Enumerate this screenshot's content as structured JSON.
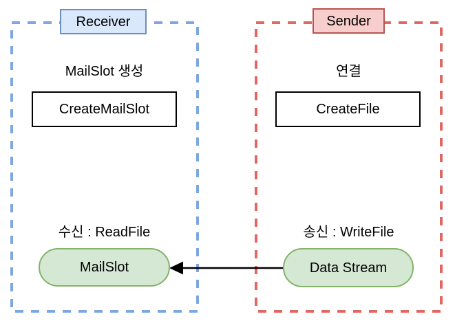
{
  "receiver": {
    "label": "Receiver",
    "step_caption": "MailSlot 생성",
    "api_label": "CreateMailSlot",
    "action_caption": "수신 : ReadFile",
    "node_label": "MailSlot"
  },
  "sender": {
    "label": "Sender",
    "step_caption": "연결",
    "api_label": "CreateFile",
    "action_caption": "송신 : WriteFile",
    "node_label": "Data Stream"
  },
  "arrow": {
    "from": "Data Stream",
    "to": "MailSlot",
    "direction": "right-to-left"
  },
  "colors": {
    "receiver_fill": "#dae8fc",
    "receiver_border": "#6c8ebf",
    "receiver_dash": "#7ea6e0",
    "sender_fill": "#f8cecc",
    "sender_border": "#b85450",
    "sender_dash": "#e06862",
    "node_fill": "#d5e8d4",
    "node_border": "#82b366",
    "api_box_border": "#000000",
    "arrow": "#000000",
    "text": "#000000",
    "background": "#ffffff"
  }
}
